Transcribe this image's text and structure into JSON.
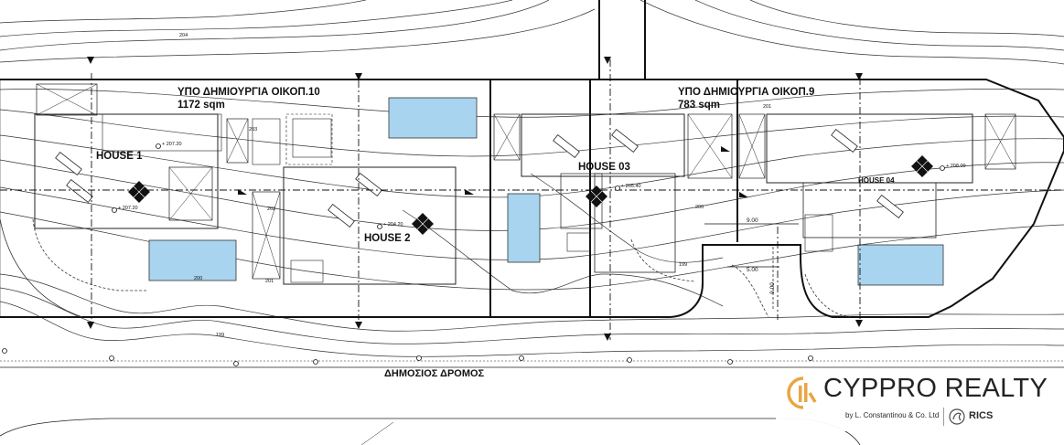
{
  "plot_labels": {
    "plot10_title": "ΥΠΟ ΔΗΜΙΟΥΡΓΙΑ ΟΙΚΟΠ.10",
    "plot10_area": "1172 sqm",
    "plot9_title": "ΥΠΟ ΔΗΜΙΟΥΡΓΙΑ ΟΙΚΟΠ.9",
    "plot9_area": "783 sqm"
  },
  "houses": [
    "HOUSE 1",
    "HOUSE 2",
    "HOUSE 03",
    "HOUSE 04"
  ],
  "road_label": "ΔΗΜΟΣΙΟΣ ΔΡΟΜΟΣ",
  "dimensions": {
    "d1": "9.00",
    "d2": "5.00",
    "d3": "9.00"
  },
  "contours": {
    "c204": "204",
    "c203": "203",
    "c202": "202",
    "c201": "201",
    "c200": "200",
    "c199": "199",
    "c201b": "201",
    "c200b": "200",
    "c199b": "199"
  },
  "levels": {
    "h1a": "+ 207.20",
    "h1b": "+ 207.20",
    "h2": "+ 204.20",
    "h3": "+ 205.40",
    "h4": "+ 208.00"
  },
  "pool_color": "#a8d4ef",
  "brand": {
    "title": "CYPPRO REALTY",
    "byline": "by L. Constantinou & Co. Ltd",
    "rics": "RICS",
    "accent": "#e8a33a"
  }
}
